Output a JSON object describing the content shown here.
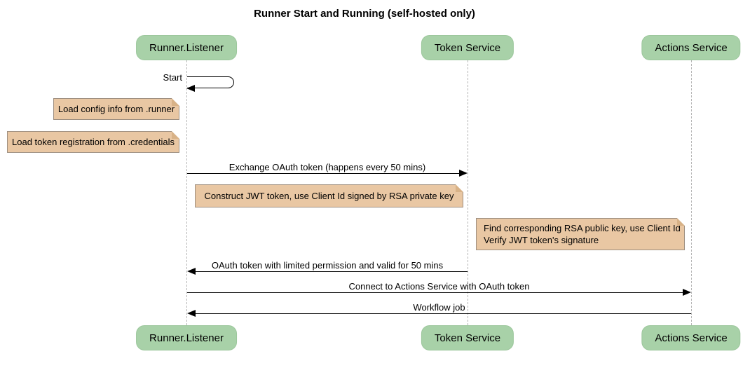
{
  "title": "Runner Start and Running (self-hosted only)",
  "participants": [
    {
      "name": "Runner.Listener"
    },
    {
      "name": "Token Service"
    },
    {
      "name": "Actions Service"
    }
  ],
  "self_message": {
    "label": "Start",
    "on": "Runner.Listener"
  },
  "notes": [
    {
      "text": "Load config info from .runner",
      "over": "Runner.Listener"
    },
    {
      "text": "Load token registration from .credentials",
      "over": "Runner.Listener"
    },
    {
      "text": "Construct JWT token, use Client Id signed by RSA private key",
      "over": "Runner.Listener"
    },
    {
      "line1": "Find corresponding RSA public key, use Client Id",
      "line2": "Verify JWT token's signature",
      "over": "Token Service"
    }
  ],
  "messages": [
    {
      "label": "Exchange OAuth token (happens every 50 mins)",
      "from": "Runner.Listener",
      "to": "Token Service",
      "direction": "right"
    },
    {
      "label": "OAuth token with limited permission and valid for 50 mins",
      "from": "Token Service",
      "to": "Runner.Listener",
      "direction": "left"
    },
    {
      "label": "Connect to Actions Service with OAuth token",
      "from": "Runner.Listener",
      "to": "Actions Service",
      "direction": "right"
    },
    {
      "label": "Workflow job",
      "from": "Actions Service",
      "to": "Runner.Listener",
      "direction": "left"
    }
  ],
  "colors": {
    "participant_fill": "#a8d1a8",
    "participant_border": "#9cc79c",
    "note_fill": "#e9c7a3",
    "note_border": "#9e8f80",
    "note_fold": "#d8b287",
    "lifeline": "#b5b5b5",
    "message_line": "#000000",
    "background": "#ffffff"
  }
}
